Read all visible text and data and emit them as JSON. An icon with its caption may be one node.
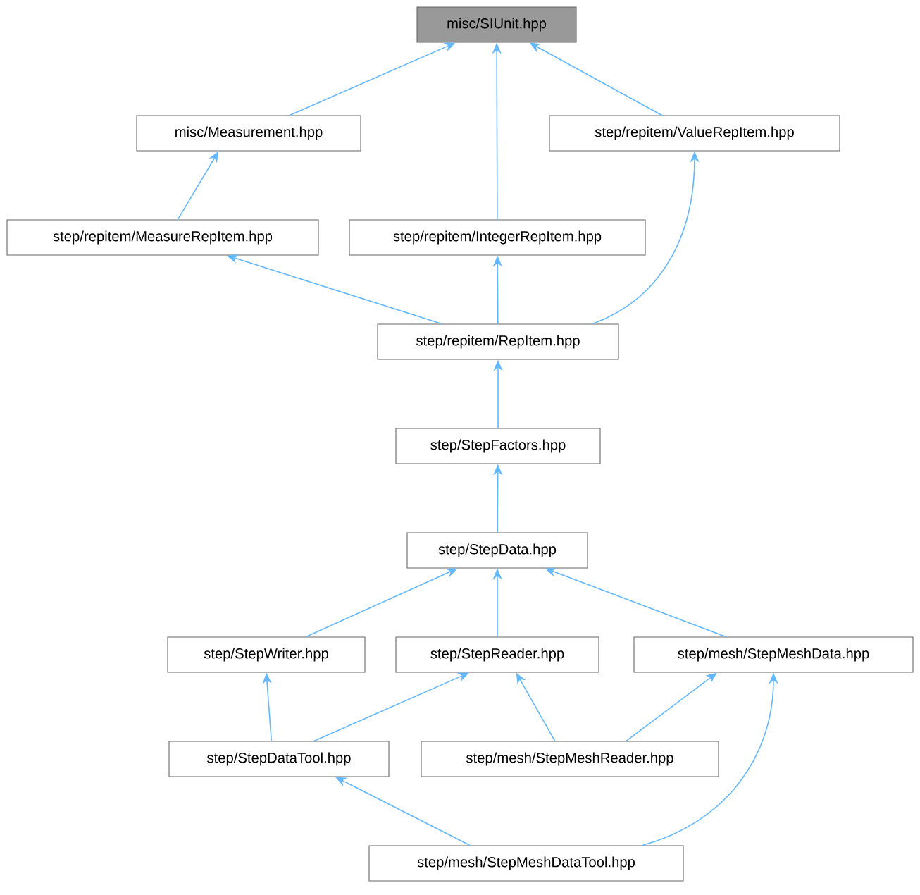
{
  "diagram": {
    "nodes": [
      {
        "text": [
          "misc/SIUnit.hpp"
        ]
      },
      {
        "text": [
          "misc/Measurement.hpp"
        ]
      },
      {
        "text": [
          "step/repitem/ValueRepItem.hpp"
        ]
      },
      {
        "text": [
          "step/repitem/MeasureRepItem.hpp"
        ]
      },
      {
        "text": [
          "step/repitem/IntegerRepItem.hpp"
        ]
      },
      {
        "text": [
          "step/repitem/RepItem.hpp"
        ]
      },
      {
        "text": [
          "step/StepFactors.hpp"
        ]
      },
      {
        "text": [
          "step/StepData.hpp"
        ]
      },
      {
        "text": [
          "step/StepWriter.hpp"
        ]
      },
      {
        "text": [
          "step/StepReader.hpp"
        ]
      },
      {
        "text": [
          "step/mesh/StepMeshData.hpp"
        ]
      },
      {
        "text": [
          "step/StepDataTool.hpp"
        ]
      },
      {
        "text": [
          "step/mesh/StepMeshReader.hpp"
        ]
      },
      {
        "text": [
          "step/mesh/StepMeshDataTool.hpp"
        ]
      }
    ],
    "edges": [
      {
        "from": 1,
        "to": 0,
        "arrow": "to"
      },
      {
        "from": 4,
        "to": 0,
        "arrow": "to"
      },
      {
        "from": 2,
        "to": 0,
        "arrow": "to"
      },
      {
        "from": 3,
        "to": 1,
        "arrow": "to"
      },
      {
        "from": 5,
        "to": 3,
        "arrow": "to"
      },
      {
        "from": 5,
        "to": 4,
        "arrow": "to"
      },
      {
        "from": 5,
        "to": 2,
        "arrow": "to"
      },
      {
        "from": 6,
        "to": 5,
        "arrow": "to"
      },
      {
        "from": 7,
        "to": 6,
        "arrow": "to"
      },
      {
        "from": 8,
        "to": 7,
        "arrow": "to"
      },
      {
        "from": 9,
        "to": 7,
        "arrow": "to"
      },
      {
        "from": 10,
        "to": 7,
        "arrow": "to"
      },
      {
        "from": 11,
        "to": 8,
        "arrow": "to"
      },
      {
        "from": 11,
        "to": 9,
        "arrow": "to"
      },
      {
        "from": 12,
        "to": 9,
        "arrow": "to"
      },
      {
        "from": 12,
        "to": 10,
        "arrow": "to"
      },
      {
        "from": 13,
        "to": 11,
        "arrow": "to"
      },
      {
        "from": 13,
        "to": 10,
        "arrow": "to"
      }
    ]
  }
}
